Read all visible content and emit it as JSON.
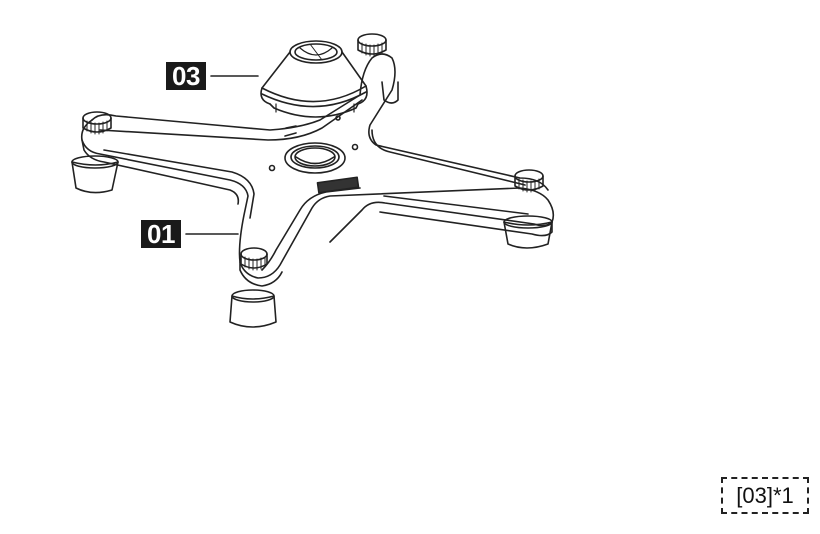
{
  "callouts": [
    {
      "id": "03",
      "label": "03"
    },
    {
      "id": "01",
      "label": "01"
    }
  ],
  "quantity_note": "[03]*1",
  "colors": {
    "line": "#222222",
    "label_bg": "#1a1a1a",
    "label_text": "#ffffff"
  }
}
